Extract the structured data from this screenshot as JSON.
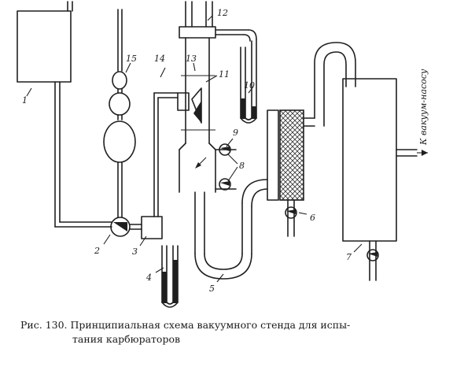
{
  "labels": {
    "l1": "1",
    "l2": "2",
    "l3": "3",
    "l4": "4",
    "l5": "5",
    "l6": "6",
    "l7": "7",
    "l8": "8",
    "l9": "9",
    "l10": "10",
    "l11": "11",
    "l12": "12",
    "l13": "13",
    "l14": "14",
    "l15": "15",
    "vacuum": "К вакуум-насосу"
  },
  "caption": {
    "line1": "Рис. 130. Принципиальная схема вакуумного стенда для испы-",
    "line2": "тания карбюраторов"
  }
}
